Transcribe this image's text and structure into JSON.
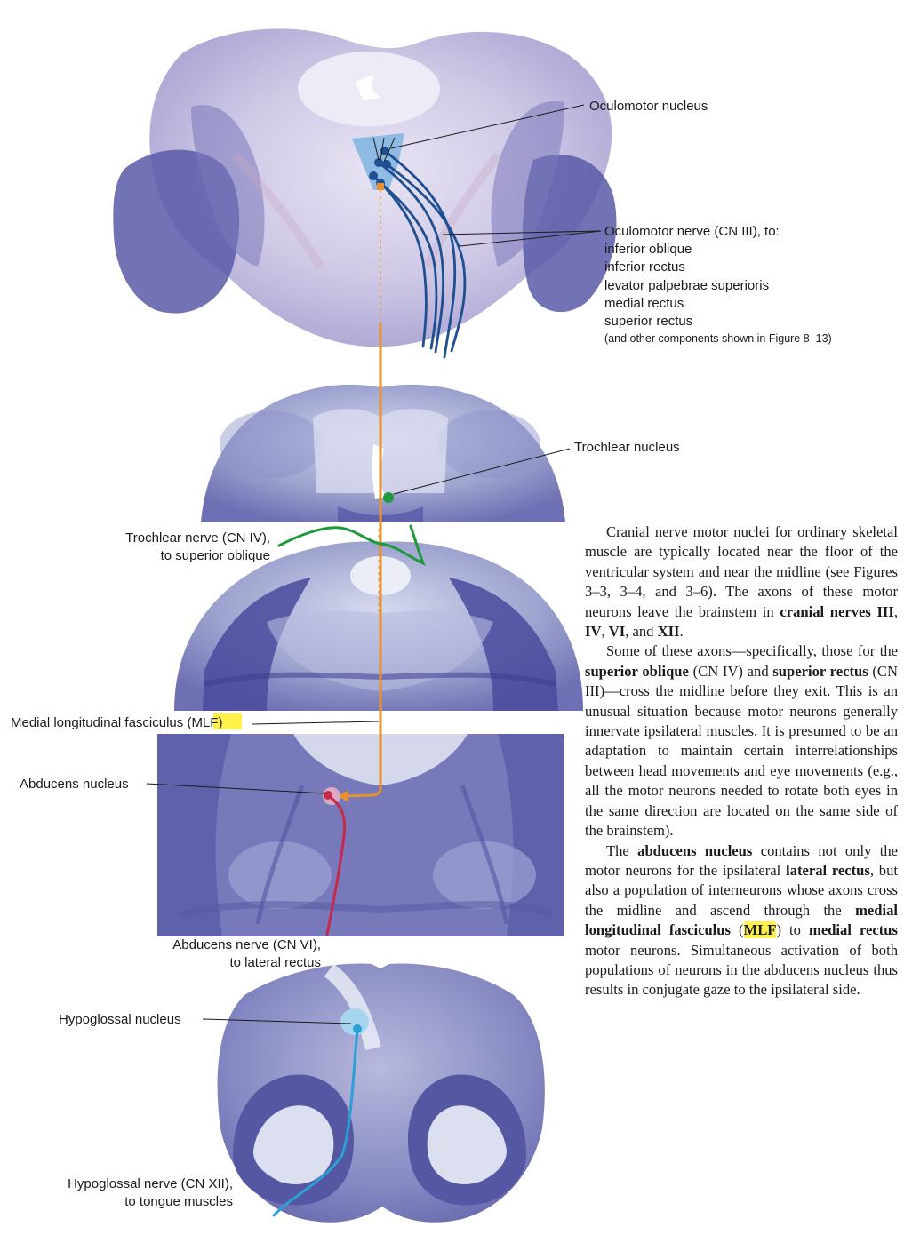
{
  "colors": {
    "oculomotor": "#1d4f91",
    "oculomotor_nucleus_fill": "#7fb4e0",
    "mlf": "#e5922f",
    "trochlear": "#1e9a3c",
    "abducens": "#c8284a",
    "hypoglossal": "#2aa0d6",
    "hypoglossal_nucleus_fill": "#a7d4ef",
    "tissue_stain": "#5a58a8",
    "highlight": "#fff14a"
  },
  "labels": {
    "oculomotor_nucleus": "Oculomotor nucleus",
    "oculomotor_nerve": "Oculomotor nerve (CN III), to:",
    "oculomotor_targets": [
      "inferior oblique",
      "inferior rectus",
      "levator palpebrae superioris",
      "medial rectus",
      "superior rectus"
    ],
    "oculomotor_note": "(and other components shown in Figure 8–13)",
    "trochlear_nucleus": "Trochlear nucleus",
    "trochlear_nerve": "Trochlear nerve (CN IV),",
    "trochlear_nerve_target": "to superior oblique",
    "mlf_prefix": "Medial longitudinal fasciculus (",
    "mlf_abbrev": "MLF",
    "mlf_suffix": ")",
    "abducens_nucleus": "Abducens nucleus",
    "abducens_nerve": "Abducens nerve (CN VI),",
    "abducens_nerve_target": "to lateral rectus",
    "hypoglossal_nucleus": "Hypoglossal nucleus",
    "hypoglossal_nerve": "Hypoglossal nerve (CN XII),",
    "hypoglossal_nerve_target": "to tongue muscles"
  },
  "text": {
    "p1": {
      "a": "Cranial nerve motor nuclei for ordinary skeletal muscle are typically located near the floor of the ventricular system and near the midline (see Figures 3–3, 3–4, and 3–6). The axons of these motor neurons leave the brainstem in ",
      "b1": "cranial nerves III",
      "s1": ", ",
      "b2": "IV",
      "s2": ", ",
      "b3": "VI",
      "s3": ", and ",
      "b4": "XII",
      "s4": "."
    },
    "p2": {
      "a": "Some of these axons—specifically, those for the ",
      "b1": "superior oblique",
      "s1": " (CN IV) and ",
      "b2": "superior rectus",
      "s2": " (CN III)—cross the midline before they exit. This is an unusual situation because motor neurons generally innervate ipsilateral muscles. It is presumed to be an adaptation to maintain certain interrelationships between head movements and eye movements (e.g., all the motor neurons needed to rotate both eyes in the same direction are located on the same side of the brainstem)."
    },
    "p3": {
      "a": "The ",
      "b1": "abducens nucleus",
      "s1": " contains not only the motor neurons for the ipsilateral ",
      "b2": "lateral rectus",
      "s2": ", but also a population of interneurons whose axons cross the midline and ascend through the ",
      "b3": "medial longitudinal fasciculus",
      "s3": " (",
      "hl": "MLF",
      "s4": ") to ",
      "b4": "medial rectus",
      "s5": " motor neurons. Simultaneous activation of both populations of neurons in the abducens nucleus thus results in conjugate gaze to the ipsilateral side."
    }
  }
}
